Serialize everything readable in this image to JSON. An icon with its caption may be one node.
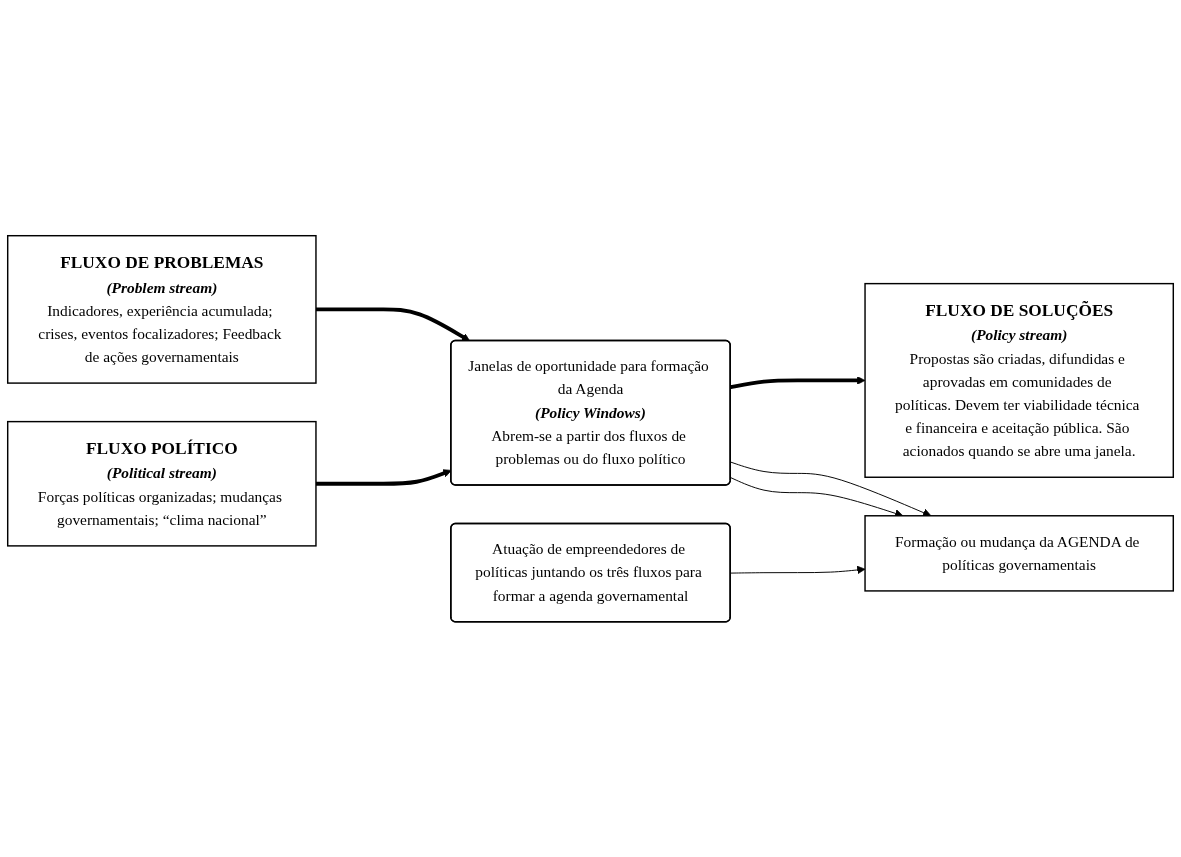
{
  "diagram": {
    "nodes": [
      {
        "text": [
          "FLUXO DE PROBLEMAS",
          "(Problem stream)",
          "Indicadores, experiência acumulada; crises, eventos focalizadores; Feedback de ações governamentais"
        ]
      },
      {
        "text": [
          "FLUXO POLÍTICO",
          "(Political stream)",
          "Forças políticas organizadas; mudanças governamentais; “clima nacional”"
        ]
      },
      {
        "text": [
          "FLUXO DE SOLUÇÕES",
          "(Policy stream)",
          "Propostas são criadas, difundidas e aprovadas em comunidades de políticas. Devem ter viabilidade técnica e financeira e aceitação pública. São acionados quando se abre uma janela."
        ]
      },
      {
        "text": [
          "Janelas de oportunidade para formação da Agenda",
          "(Policy Windows)",
          "Abrem-se a partir dos fluxos de problemas ou do fluxo político"
        ]
      },
      {
        "text": [
          "Atuação de empreendedores de políticas juntando os três fluxos para formar a agenda governamental"
        ]
      },
      {
        "text": [
          "Formação ou mudança da AGENDA de políticas governamentais"
        ]
      }
    ],
    "edges": [
      {
        "from": 0,
        "to": 3,
        "arrow": "to",
        "style": "thick"
      },
      {
        "from": 1,
        "to": 3,
        "arrow": "to",
        "style": "thick"
      },
      {
        "from": 3,
        "to": 2,
        "arrow": "to",
        "style": "thick"
      },
      {
        "from": 4,
        "to": 5,
        "arrow": "to"
      },
      {
        "from": 3,
        "to": 5,
        "arrow": "to"
      },
      {
        "from": 3,
        "to": 5,
        "arrow": "to"
      }
    ]
  }
}
